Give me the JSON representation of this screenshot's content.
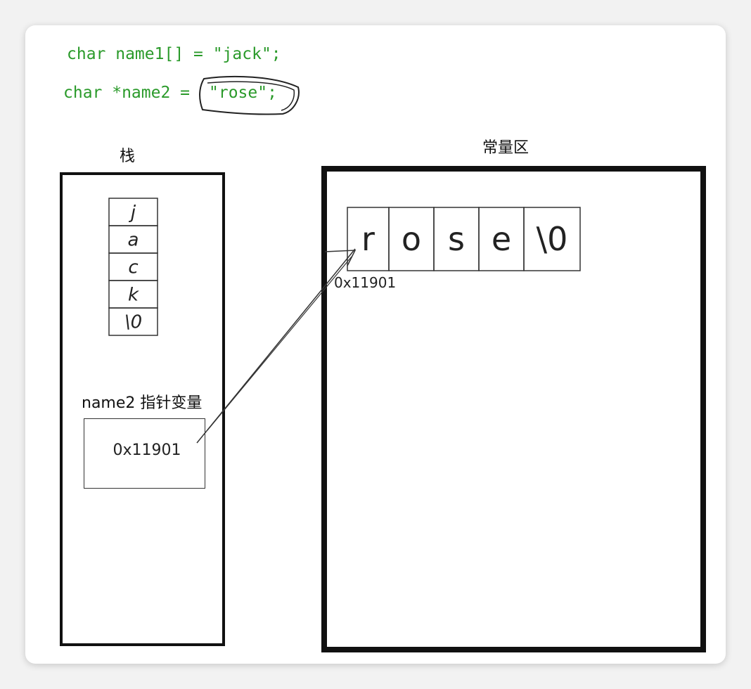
{
  "code": {
    "line1": "char name1[] = \"jack\";",
    "line2_prefix": "char *name2 = ",
    "line2_literal": "\"rose\";"
  },
  "stack": {
    "title": "栈",
    "name1_cells": [
      "j",
      "a",
      "c",
      "k",
      "\\0"
    ],
    "pointer_label": "name2 指针变量",
    "pointer_value": "0x11901"
  },
  "constant_area": {
    "title": "常量区",
    "cells": [
      "r",
      "o",
      "s",
      "e",
      "\\0"
    ],
    "address_label": "0x11901"
  }
}
